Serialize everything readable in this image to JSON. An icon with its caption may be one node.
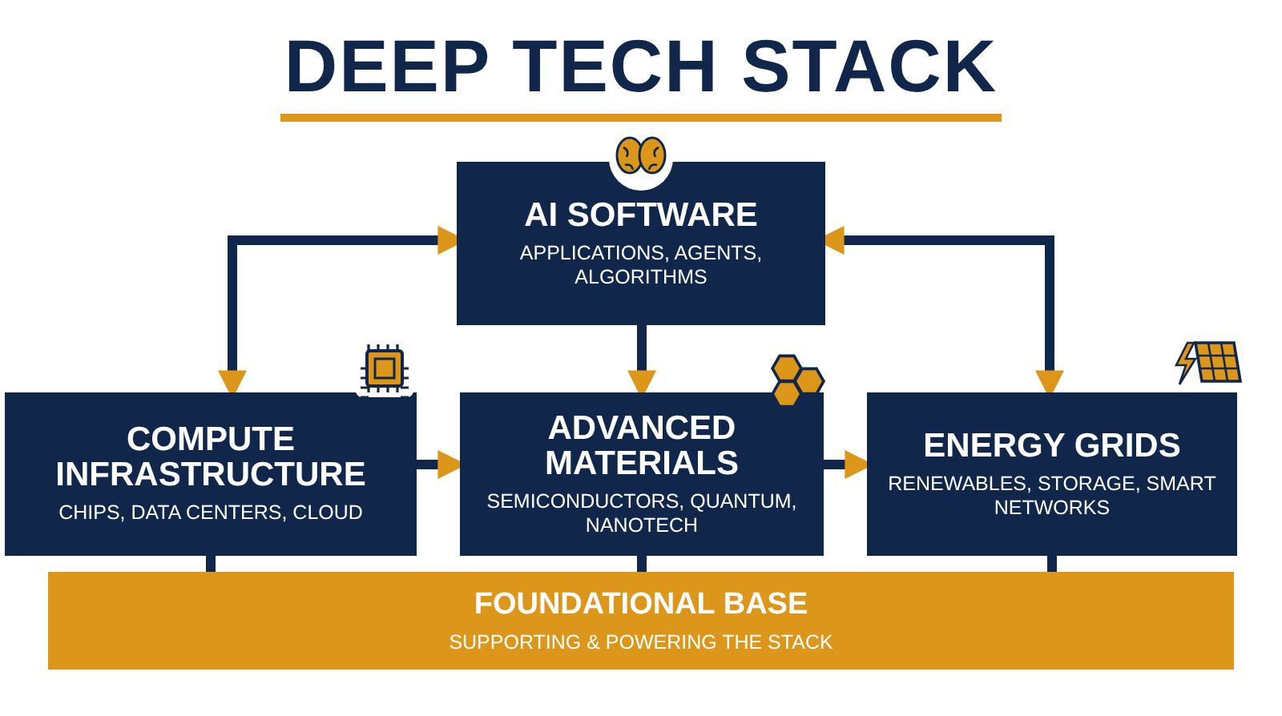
{
  "diagram": {
    "title": "DEEP TECH STACK",
    "nodes": [
      {
        "text": [
          "AI SOFTWARE",
          "APPLICATIONS, AGENTS, ALGORITHMS"
        ]
      },
      {
        "text": [
          "COMPUTE INFRASTRUCTURE",
          "CHIPS, DATA CENTERS, CLOUD"
        ]
      },
      {
        "text": [
          "ADVANCED MATERIALS",
          "SEMICONDUCTORS, QUANTUM, NANOTECH"
        ]
      },
      {
        "text": [
          "ENERGY GRIDS",
          "RENEWABLES, STORAGE, SMART NETWORKS"
        ]
      },
      {
        "text": [
          "FOUNDATIONAL BASE",
          "SUPPORTING & POWERING THE STACK"
        ]
      }
    ],
    "edges": [
      {
        "from": 0,
        "to": 1,
        "arrow": "both"
      },
      {
        "from": 0,
        "to": 2,
        "arrow": "to"
      },
      {
        "from": 0,
        "to": 3,
        "arrow": "both"
      },
      {
        "from": 1,
        "to": 2,
        "arrow": "to"
      },
      {
        "from": 2,
        "to": 3,
        "arrow": "to"
      },
      {
        "from": 1,
        "to": 4,
        "arrow": "none"
      },
      {
        "from": 2,
        "to": 4,
        "arrow": "none"
      },
      {
        "from": 3,
        "to": 4,
        "arrow": "none"
      }
    ]
  }
}
